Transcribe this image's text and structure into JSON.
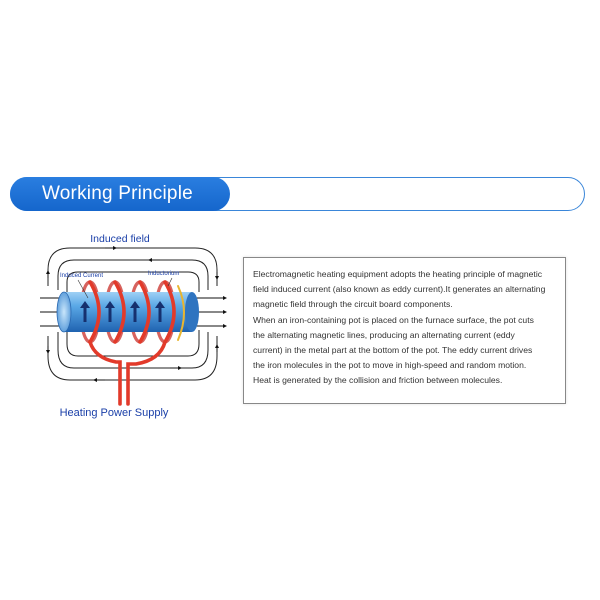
{
  "header": {
    "title": "Working Principle"
  },
  "diagram": {
    "top_label": "Induced field",
    "left_label": "Induced Current",
    "right_label": "Inductorium",
    "bottom_label": "Heating Power Supply"
  },
  "description": {
    "lines": [
      "Electromagnetic heating equipment adopts the heating principle of magnetic",
      "field induced current (also known as eddy current).It generates an alternating",
      "magnetic field through the circuit board components.",
      "When an iron-containing pot is placed on the furnace surface, the pot cuts",
      "the alternating magnetic lines, producing an alternating current (eddy",
      "current) in the metal part at the bottom of the pot. The eddy current drives",
      "the iron molecules in the pot to move in high-speed and random motion.",
      "Heat is generated by the collision and friction between molecules."
    ]
  },
  "colors": {
    "accent": "#1566cc",
    "coil": "#e03a2a",
    "core": "#4a9ad8",
    "label": "#1a3fa8"
  }
}
